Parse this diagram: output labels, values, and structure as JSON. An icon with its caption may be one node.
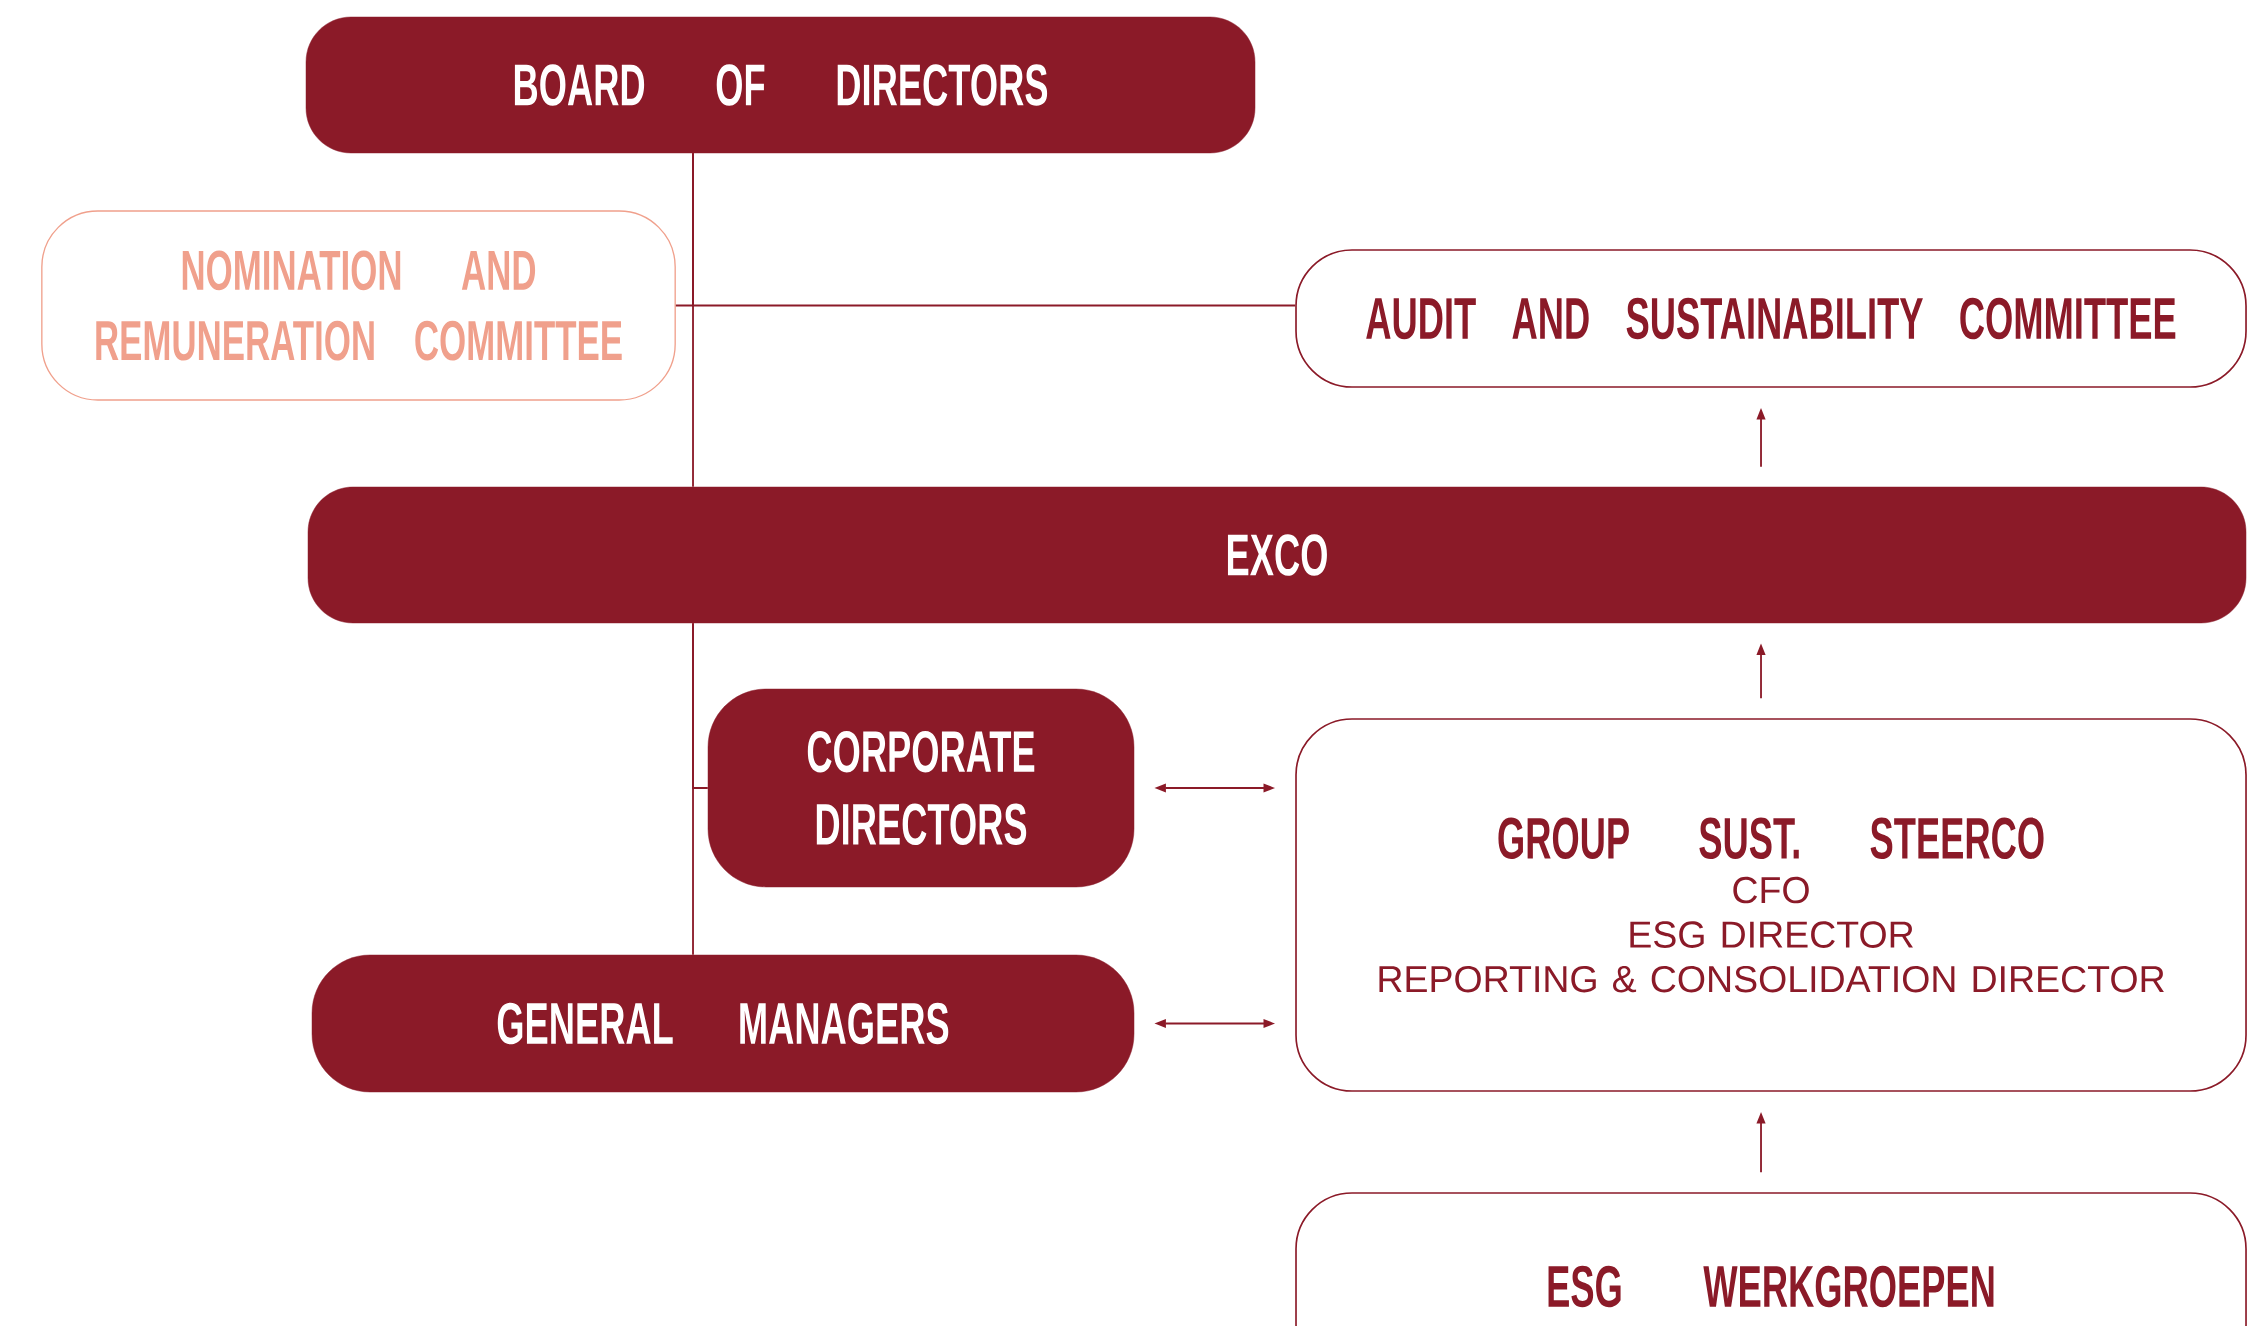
{
  "diagram": {
    "nodes": [
      {
        "text": [
          "BOARD OF DIRECTORS"
        ]
      },
      {
        "text": [
          "NOMINATION AND REMUNERATION COMMITTEE"
        ]
      },
      {
        "text": [
          "AUDIT AND SUSTAINABILITY COMMITTEE"
        ]
      },
      {
        "text": [
          "EXCO"
        ]
      },
      {
        "text": [
          "CORPORATE DIRECTORS"
        ]
      },
      {
        "text": [
          "GROUP SUST. STEERCO",
          "CFO",
          "ESG DIRECTOR",
          "REPORTING & CONSOLIDATION DIRECTOR"
        ]
      },
      {
        "text": [
          "GENERAL MANAGERS"
        ]
      },
      {
        "text": [
          "ESG WERKGROEPEN"
        ]
      }
    ],
    "edges": [
      {
        "from": 0,
        "to": 1,
        "arrow": "none"
      },
      {
        "from": 0,
        "to": 2,
        "arrow": "none"
      },
      {
        "from": 0,
        "to": 3,
        "arrow": "none"
      },
      {
        "from": 3,
        "to": 4,
        "arrow": "none"
      },
      {
        "from": 3,
        "to": 6,
        "arrow": "none"
      },
      {
        "from": 4,
        "to": 5,
        "arrow": "both"
      },
      {
        "from": 6,
        "to": 5,
        "arrow": "both"
      },
      {
        "from": 5,
        "to": 3,
        "arrow": "to"
      },
      {
        "from": 7,
        "to": 5,
        "arrow": "to"
      },
      {
        "from": 3,
        "to": 2,
        "arrow": "to"
      }
    ]
  }
}
